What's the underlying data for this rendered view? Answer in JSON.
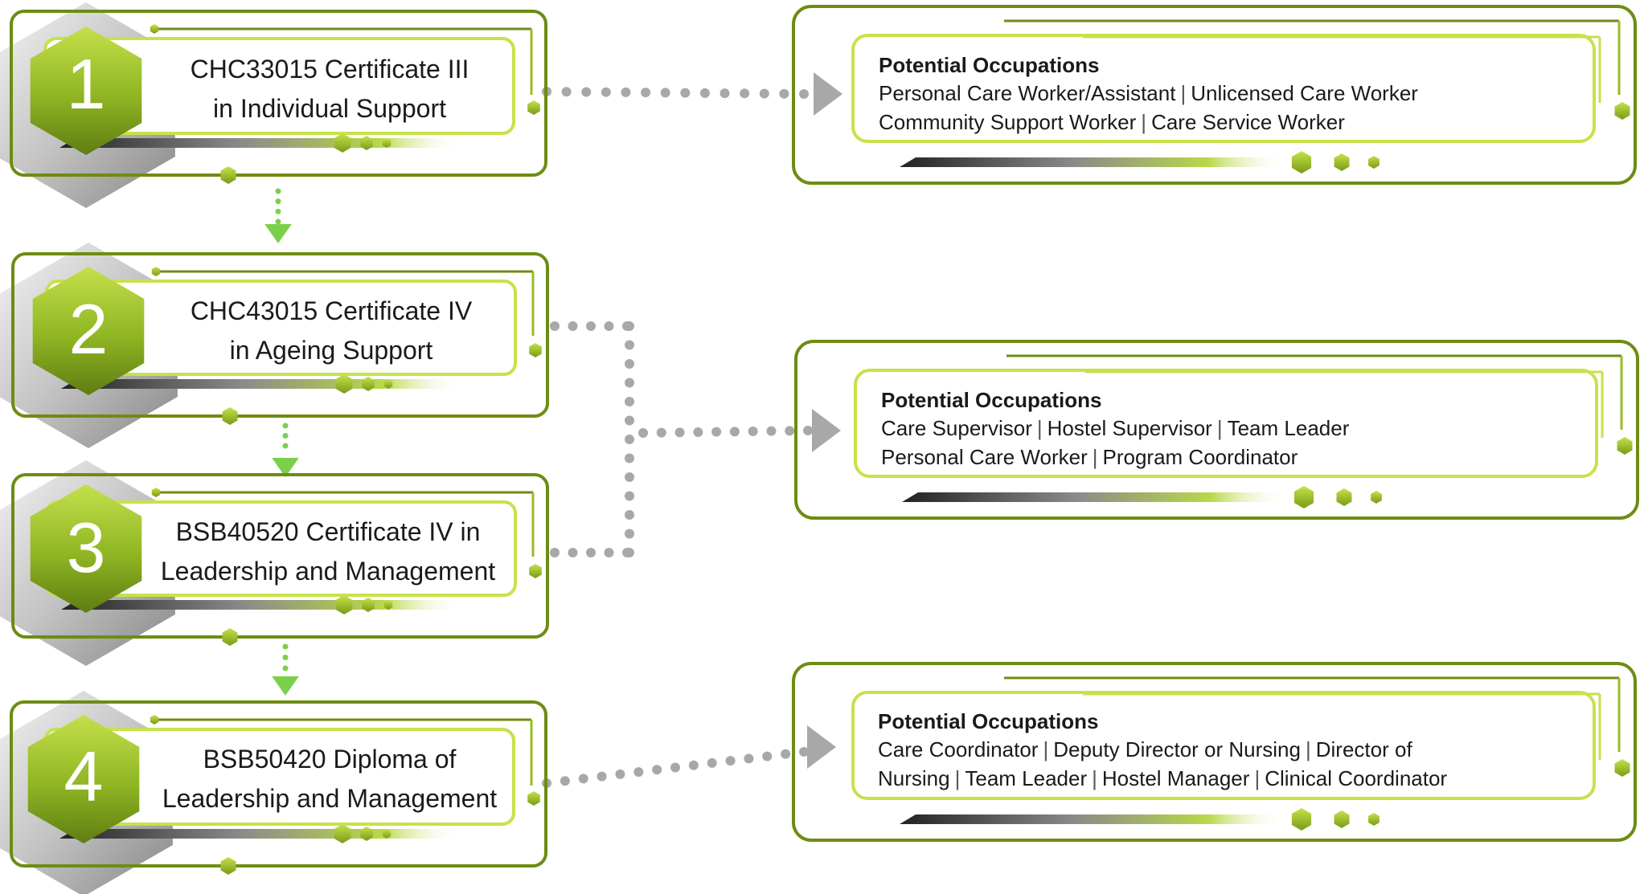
{
  "colors": {
    "accent_dark": "#6e8c14",
    "accent_mid": "#98bd24",
    "accent_light": "#c6e24a",
    "connector_gray": "#a8a8a8",
    "connector_green": "#7ccf4a"
  },
  "qualifications": [
    {
      "number": "1",
      "line1": "CHC33015 Certificate III",
      "line2": "in Individual Support"
    },
    {
      "number": "2",
      "line1": "CHC43015 Certificate IV",
      "line2": "in Ageing Support"
    },
    {
      "number": "3",
      "line1": "BSB40520 Certificate IV in",
      "line2": "Leadership and Management"
    },
    {
      "number": "4",
      "line1": "BSB50420 Diploma of",
      "line2": "Leadership and Management"
    }
  ],
  "occupations": [
    {
      "title": "Potential Occupations",
      "lines": [
        [
          "Personal Care Worker/Assistant",
          "Unlicensed Care Worker"
        ],
        [
          "Community Support Worker",
          "Care Service Worker"
        ]
      ]
    },
    {
      "title": "Potential Occupations",
      "lines": [
        [
          "Care Supervisor",
          "Hostel Supervisor",
          "Team Leader"
        ],
        [
          "Personal Care Worker",
          "Program Coordinator"
        ]
      ]
    },
    {
      "title": "Potential Occupations",
      "lines": [
        [
          "Care Coordinator",
          "Deputy Director or Nursing",
          "Director of"
        ],
        [
          "Nursing",
          "Team Leader",
          "Hostel Manager",
          "Clinical Coordinator"
        ]
      ]
    }
  ],
  "separator": "|"
}
